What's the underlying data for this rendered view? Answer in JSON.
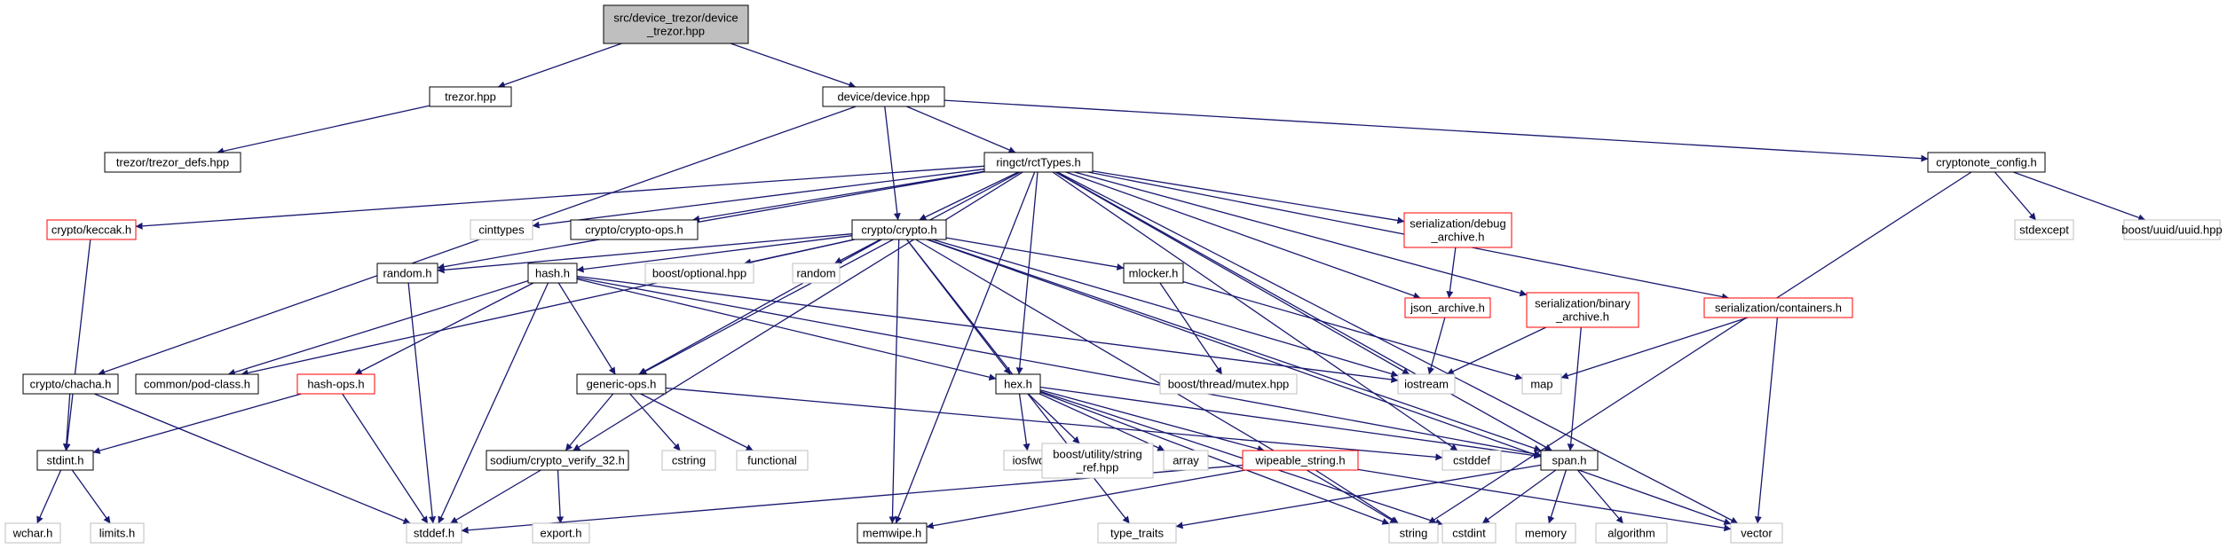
{
  "colors": {
    "edge": "#191970",
    "border_default": "#000000",
    "border_missing": "#bfbfbf",
    "border_truncated": "#ff0000",
    "root_fill": "#bfbfbf",
    "fill_default": "#ffffff",
    "label_text": "#000000"
  },
  "nodes": [
    {
      "id": "root",
      "kind": "root",
      "lines": [
        "src/device_trezor/device",
        "_trezor.hpp"
      ]
    },
    {
      "id": "trezor",
      "kind": "default",
      "lines": [
        "trezor.hpp"
      ]
    },
    {
      "id": "device",
      "kind": "default",
      "lines": [
        "device/device.hpp"
      ]
    },
    {
      "id": "trezor_defs",
      "kind": "default",
      "lines": [
        "trezor/trezor_defs.hpp"
      ]
    },
    {
      "id": "rctTypes",
      "kind": "default",
      "lines": [
        "ringct/rctTypes.h"
      ]
    },
    {
      "id": "cryptonote_config",
      "kind": "default",
      "lines": [
        "cryptonote_config.h"
      ]
    },
    {
      "id": "keccak",
      "kind": "truncated",
      "lines": [
        "crypto/keccak.h"
      ]
    },
    {
      "id": "cinttypes",
      "kind": "missing",
      "lines": [
        "cinttypes"
      ]
    },
    {
      "id": "crypto_ops",
      "kind": "default",
      "lines": [
        "crypto/crypto-ops.h"
      ]
    },
    {
      "id": "crypto",
      "kind": "default",
      "lines": [
        "crypto/crypto.h"
      ]
    },
    {
      "id": "debug_archive",
      "kind": "truncated",
      "lines": [
        "serialization/debug",
        "_archive.h"
      ]
    },
    {
      "id": "stdexcept",
      "kind": "missing",
      "lines": [
        "stdexcept"
      ]
    },
    {
      "id": "boost_uuid",
      "kind": "missing",
      "lines": [
        "boost/uuid/uuid.hpp"
      ]
    },
    {
      "id": "random_h",
      "kind": "default",
      "lines": [
        "random.h"
      ]
    },
    {
      "id": "hash",
      "kind": "default",
      "lines": [
        "hash.h"
      ]
    },
    {
      "id": "boost_optional",
      "kind": "missing",
      "lines": [
        "boost/optional.hpp"
      ]
    },
    {
      "id": "random",
      "kind": "missing",
      "lines": [
        "random"
      ]
    },
    {
      "id": "mlocker",
      "kind": "default",
      "lines": [
        "mlocker.h"
      ]
    },
    {
      "id": "json_archive",
      "kind": "truncated",
      "lines": [
        "json_archive.h"
      ]
    },
    {
      "id": "binary_archive",
      "kind": "truncated",
      "lines": [
        "serialization/binary",
        "_archive.h"
      ]
    },
    {
      "id": "containers",
      "kind": "truncated",
      "lines": [
        "serialization/containers.h"
      ]
    },
    {
      "id": "pod_class",
      "kind": "default",
      "lines": [
        "common/pod-class.h"
      ]
    },
    {
      "id": "chacha",
      "kind": "default",
      "lines": [
        "crypto/chacha.h"
      ]
    },
    {
      "id": "hash_ops",
      "kind": "truncated",
      "lines": [
        "hash-ops.h"
      ]
    },
    {
      "id": "generic_ops",
      "kind": "default",
      "lines": [
        "generic-ops.h"
      ]
    },
    {
      "id": "hex",
      "kind": "default",
      "lines": [
        "hex.h"
      ]
    },
    {
      "id": "boost_mutex",
      "kind": "missing",
      "lines": [
        "boost/thread/mutex.hpp"
      ]
    },
    {
      "id": "iostream",
      "kind": "missing",
      "lines": [
        "iostream"
      ]
    },
    {
      "id": "map",
      "kind": "missing",
      "lines": [
        "map"
      ]
    },
    {
      "id": "stdint",
      "kind": "default",
      "lines": [
        "stdint.h"
      ]
    },
    {
      "id": "sodium_verify",
      "kind": "default",
      "lines": [
        "sodium/crypto_verify_32.h"
      ]
    },
    {
      "id": "cstring",
      "kind": "missing",
      "lines": [
        "cstring"
      ]
    },
    {
      "id": "functional",
      "kind": "missing",
      "lines": [
        "functional"
      ]
    },
    {
      "id": "iosfwd",
      "kind": "missing",
      "lines": [
        "iosfwd"
      ]
    },
    {
      "id": "string_ref",
      "kind": "missing",
      "lines": [
        "boost/utility/string",
        "_ref.hpp"
      ]
    },
    {
      "id": "array",
      "kind": "missing",
      "lines": [
        "array"
      ]
    },
    {
      "id": "wipeable_string",
      "kind": "truncated",
      "lines": [
        "wipeable_string.h"
      ]
    },
    {
      "id": "cstddef",
      "kind": "missing",
      "lines": [
        "cstddef"
      ]
    },
    {
      "id": "span",
      "kind": "default",
      "lines": [
        "span.h"
      ]
    },
    {
      "id": "wchar",
      "kind": "missing",
      "lines": [
        "wchar.h"
      ]
    },
    {
      "id": "limits",
      "kind": "missing",
      "lines": [
        "limits.h"
      ]
    },
    {
      "id": "stddef",
      "kind": "missing",
      "lines": [
        "stddef.h"
      ]
    },
    {
      "id": "export",
      "kind": "missing",
      "lines": [
        "export.h"
      ]
    },
    {
      "id": "memwipe",
      "kind": "default",
      "lines": [
        "memwipe.h"
      ]
    },
    {
      "id": "type_traits",
      "kind": "missing",
      "lines": [
        "type_traits"
      ]
    },
    {
      "id": "string",
      "kind": "missing",
      "lines": [
        "string"
      ]
    },
    {
      "id": "cstdint",
      "kind": "missing",
      "lines": [
        "cstdint"
      ]
    },
    {
      "id": "memory",
      "kind": "missing",
      "lines": [
        "memory"
      ]
    },
    {
      "id": "algorithm",
      "kind": "missing",
      "lines": [
        "algorithm"
      ]
    },
    {
      "id": "vector",
      "kind": "missing",
      "lines": [
        "vector"
      ]
    }
  ],
  "edges": [
    [
      "root",
      "trezor"
    ],
    [
      "root",
      "device"
    ],
    [
      "trezor",
      "trezor_defs"
    ],
    [
      "device",
      "rctTypes"
    ],
    [
      "device",
      "crypto"
    ],
    [
      "device",
      "cryptonote_config"
    ],
    [
      "device",
      "chacha"
    ],
    [
      "rctTypes",
      "keccak"
    ],
    [
      "rctTypes",
      "cinttypes"
    ],
    [
      "rctTypes",
      "crypto_ops"
    ],
    [
      "rctTypes",
      "crypto"
    ],
    [
      "rctTypes",
      "random_h"
    ],
    [
      "rctTypes",
      "generic_ops"
    ],
    [
      "rctTypes",
      "hex"
    ],
    [
      "rctTypes",
      "memwipe"
    ],
    [
      "rctTypes",
      "sodium_verify"
    ],
    [
      "rctTypes",
      "debug_archive"
    ],
    [
      "rctTypes",
      "json_archive"
    ],
    [
      "rctTypes",
      "binary_archive"
    ],
    [
      "rctTypes",
      "containers"
    ],
    [
      "rctTypes",
      "iostream"
    ],
    [
      "rctTypes",
      "cstddef"
    ],
    [
      "rctTypes",
      "span"
    ],
    [
      "rctTypes",
      "vector"
    ],
    [
      "cryptonote_config",
      "stdexcept"
    ],
    [
      "cryptonote_config",
      "boost_uuid"
    ],
    [
      "cryptonote_config",
      "string"
    ],
    [
      "keccak",
      "stdint"
    ],
    [
      "crypto",
      "random_h"
    ],
    [
      "crypto",
      "hash"
    ],
    [
      "crypto",
      "pod_class"
    ],
    [
      "crypto",
      "boost_optional"
    ],
    [
      "crypto",
      "random"
    ],
    [
      "crypto",
      "mlocker"
    ],
    [
      "crypto",
      "generic_ops"
    ],
    [
      "crypto",
      "hex"
    ],
    [
      "crypto",
      "memwipe"
    ],
    [
      "crypto",
      "type_traits"
    ],
    [
      "crypto",
      "iostream"
    ],
    [
      "crypto",
      "span"
    ],
    [
      "crypto",
      "vector"
    ],
    [
      "crypto",
      "string"
    ],
    [
      "debug_archive",
      "json_archive"
    ],
    [
      "json_archive",
      "iostream"
    ],
    [
      "binary_archive",
      "iostream"
    ],
    [
      "binary_archive",
      "span"
    ],
    [
      "containers",
      "map"
    ],
    [
      "containers",
      "vector"
    ],
    [
      "random_h",
      "stddef"
    ],
    [
      "hash",
      "pod_class"
    ],
    [
      "hash",
      "hash_ops"
    ],
    [
      "hash",
      "generic_ops"
    ],
    [
      "hash",
      "hex"
    ],
    [
      "hash",
      "stddef"
    ],
    [
      "hash",
      "iostream"
    ],
    [
      "hash",
      "span"
    ],
    [
      "mlocker",
      "boost_mutex"
    ],
    [
      "mlocker",
      "map"
    ],
    [
      "chacha",
      "stdint"
    ],
    [
      "chacha",
      "stddef"
    ],
    [
      "hash_ops",
      "stdint"
    ],
    [
      "hash_ops",
      "stddef"
    ],
    [
      "generic_ops",
      "sodium_verify"
    ],
    [
      "generic_ops",
      "cstring"
    ],
    [
      "generic_ops",
      "functional"
    ],
    [
      "generic_ops",
      "cstddef"
    ],
    [
      "hex",
      "iosfwd"
    ],
    [
      "hex",
      "string_ref"
    ],
    [
      "hex",
      "array"
    ],
    [
      "hex",
      "wipeable_string"
    ],
    [
      "hex",
      "span"
    ],
    [
      "hex",
      "string"
    ],
    [
      "hex",
      "cstdint"
    ],
    [
      "stdint",
      "wchar"
    ],
    [
      "stdint",
      "limits"
    ],
    [
      "sodium_verify",
      "stddef"
    ],
    [
      "sodium_verify",
      "export"
    ],
    [
      "wipeable_string",
      "stddef"
    ],
    [
      "wipeable_string",
      "memwipe"
    ],
    [
      "wipeable_string",
      "string"
    ],
    [
      "wipeable_string",
      "vector"
    ],
    [
      "span",
      "type_traits"
    ],
    [
      "span",
      "cstdint"
    ],
    [
      "span",
      "memory"
    ],
    [
      "span",
      "algorithm"
    ]
  ]
}
